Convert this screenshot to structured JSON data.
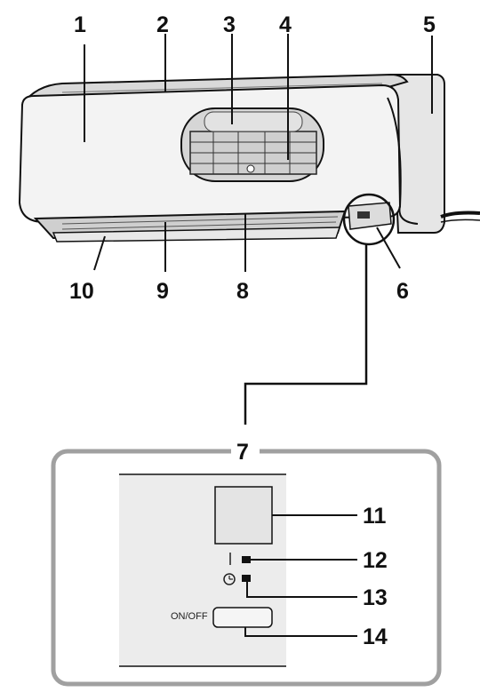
{
  "callouts": {
    "n1": "1",
    "n2": "2",
    "n3": "3",
    "n4": "4",
    "n5": "5",
    "n6": "6",
    "n7": "7",
    "n8": "8",
    "n9": "9",
    "n10": "10",
    "n11": "11",
    "n12": "12",
    "n13": "13",
    "n14": "14"
  },
  "panel": {
    "onoff_label": "ON/OFF"
  },
  "icons": {
    "timer": "clock-icon",
    "power_indicator": "indicator-lamp-icon",
    "timer_indicator": "indicator-lamp-icon"
  },
  "colors": {
    "line": "#111111",
    "panel_frame": "#9a9a9a",
    "panel_bg": "#ececec",
    "unit_body": "#f2f2f2"
  }
}
